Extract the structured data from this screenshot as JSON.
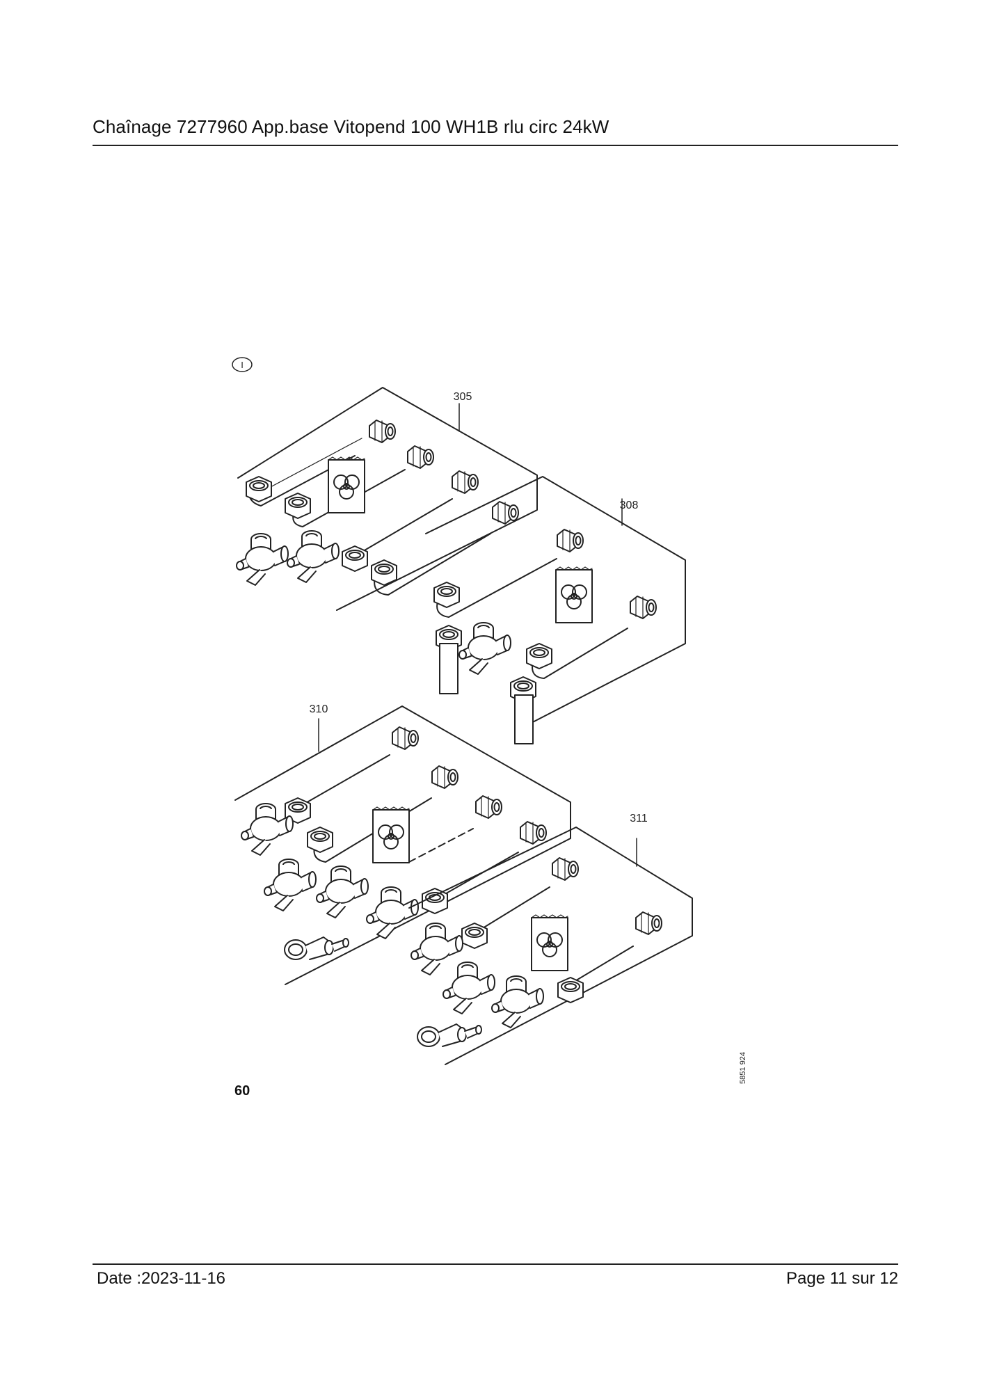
{
  "header": {
    "title": "Chaînage 7277960 App.base Vitopend 100 WH1B rlu circ 24kW"
  },
  "figure": {
    "marker": "I",
    "callouts": {
      "c305": "305",
      "c308": "308",
      "c310": "310",
      "c311": "311"
    },
    "drawing_id": "5851 924",
    "number": "60"
  },
  "footer": {
    "date": "Date :2023-11-16",
    "page": "Page 11 sur  12"
  }
}
